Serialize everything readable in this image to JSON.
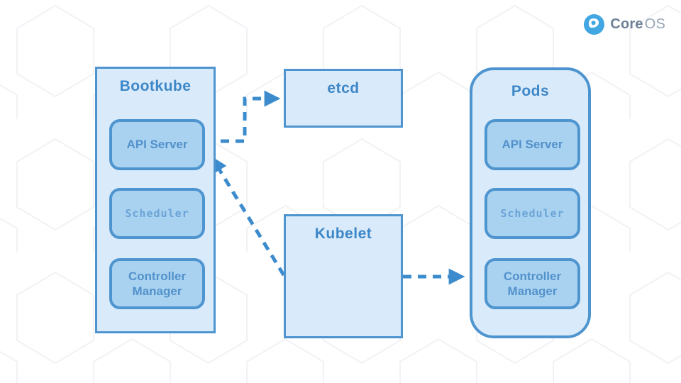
{
  "logo": {
    "icon": "coreos-circle-icon",
    "brand_primary": "Core",
    "brand_secondary": "OS"
  },
  "nodes": {
    "bootkube": {
      "title": "Bootkube",
      "children": [
        "API Server",
        "Scheduler",
        "Controller Manager"
      ]
    },
    "etcd": {
      "title": "etcd"
    },
    "kubelet": {
      "title": "Kubelet"
    },
    "pods": {
      "title": "Pods",
      "children": [
        "API Server",
        "Scheduler",
        "Controller Manager"
      ]
    }
  },
  "edges": [
    {
      "from": "bootkube-api-server",
      "to": "etcd",
      "style": "dashed-arrow"
    },
    {
      "from": "kubelet",
      "to": "bootkube-api-server",
      "style": "dashed-arrow"
    },
    {
      "from": "kubelet",
      "to": "pods-controller-manager",
      "style": "dashed-arrow"
    }
  ],
  "colors": {
    "box-border": "#4e95d0",
    "box-fill": "#d9eafa",
    "inner-fill": "#a9d2f0",
    "title-text": "#3d87c8",
    "inner-text": "#5291cb",
    "mono-text": "#6ba3d6",
    "arrow": "#3c8ccd",
    "logo-blue": "#41a6e1",
    "logo-dark": "#6d8096",
    "logo-light": "#97a5b5",
    "hex-line": "#f0f2f5"
  }
}
